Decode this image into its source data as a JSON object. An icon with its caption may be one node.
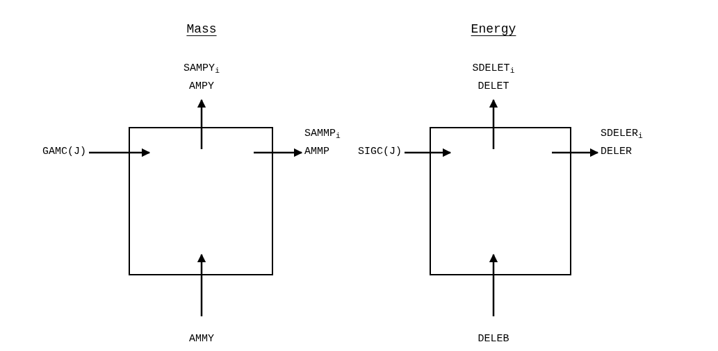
{
  "diagram": {
    "nodes": [
      {
        "text": [],
        "shape": "box"
      },
      {
        "text": [
          "SAMPY$_{i}$",
          "AMPY"
        ]
      },
      {
        "text": [
          "GAMC(J)"
        ]
      },
      {
        "text": [
          "SAMMP$_{i}$",
          "AMMP"
        ]
      },
      {
        "text": [
          "AMMY"
        ]
      },
      {
        "text": [],
        "shape": "box"
      },
      {
        "text": [
          "SDELET$_{i}$",
          "DELET"
        ]
      },
      {
        "text": [
          "SIGC(J)"
        ]
      },
      {
        "text": [
          "SDELER$_{i}$",
          "DELER"
        ]
      },
      {
        "text": [
          "DELEB"
        ]
      }
    ],
    "edges": [
      {
        "from": 0,
        "to": 1,
        "arrow": "to"
      },
      {
        "from": 2,
        "to": 0,
        "arrow": "to"
      },
      {
        "from": 0,
        "to": 3,
        "arrow": "to"
      },
      {
        "from": 4,
        "to": 0,
        "arrow": "to"
      },
      {
        "from": 5,
        "to": 6,
        "arrow": "to"
      },
      {
        "from": 7,
        "to": 5,
        "arrow": "to"
      },
      {
        "from": 5,
        "to": 8,
        "arrow": "to"
      },
      {
        "from": 9,
        "to": 5,
        "arrow": "to"
      }
    ],
    "labels": [
      "Mass",
      "Energy"
    ]
  }
}
